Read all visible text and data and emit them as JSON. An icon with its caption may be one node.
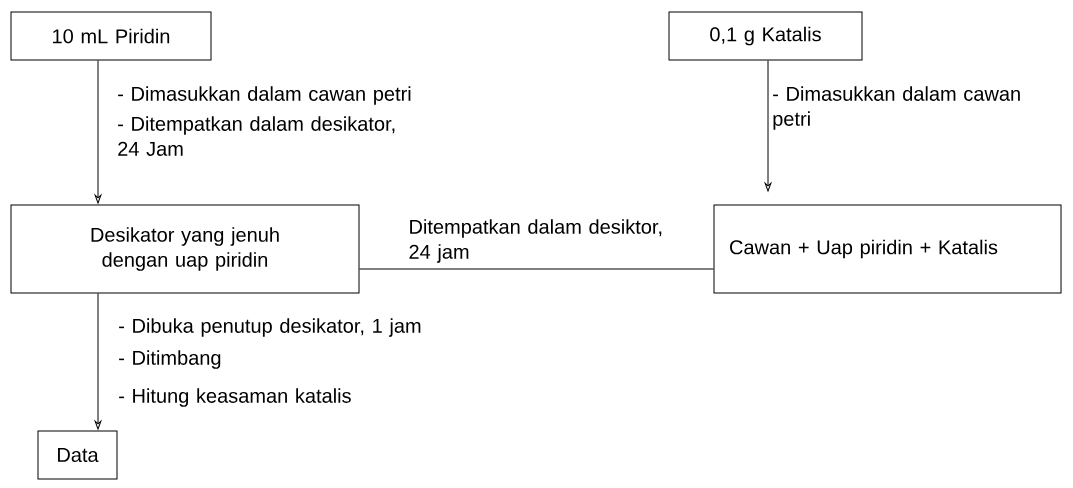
{
  "diagram": {
    "nodes": [
      {
        "text": [
          "10 mL Piridin"
        ]
      },
      {
        "text": [
          "0,1 g Katalis"
        ]
      },
      {
        "text": [
          "Desikator yang jenuh dengan uap piridin"
        ]
      },
      {
        "text": [
          "Cawan + Uap piridin + Katalis"
        ]
      },
      {
        "text": [
          "Data"
        ]
      }
    ],
    "edges": [
      {
        "from": 0,
        "to": 2,
        "arrow": "to"
      },
      {
        "from": 1,
        "to": 3,
        "arrow": "to"
      },
      {
        "from": 2,
        "to": 3,
        "arrow": "none",
        "label": "Ditempatkan dalam desiktor, 24 jam"
      },
      {
        "from": 2,
        "to": 4,
        "arrow": "to"
      }
    ],
    "labels": [
      "- Dimasukkan dalam cawan petri",
      "- Ditempatkan dalam desikator, 24 Jam",
      "- Dimasukkan dalam cawan petri",
      "- Dibuka penutup desikator, 1 jam",
      "- Ditimbang",
      "- Hitung keasaman katalis"
    ]
  }
}
